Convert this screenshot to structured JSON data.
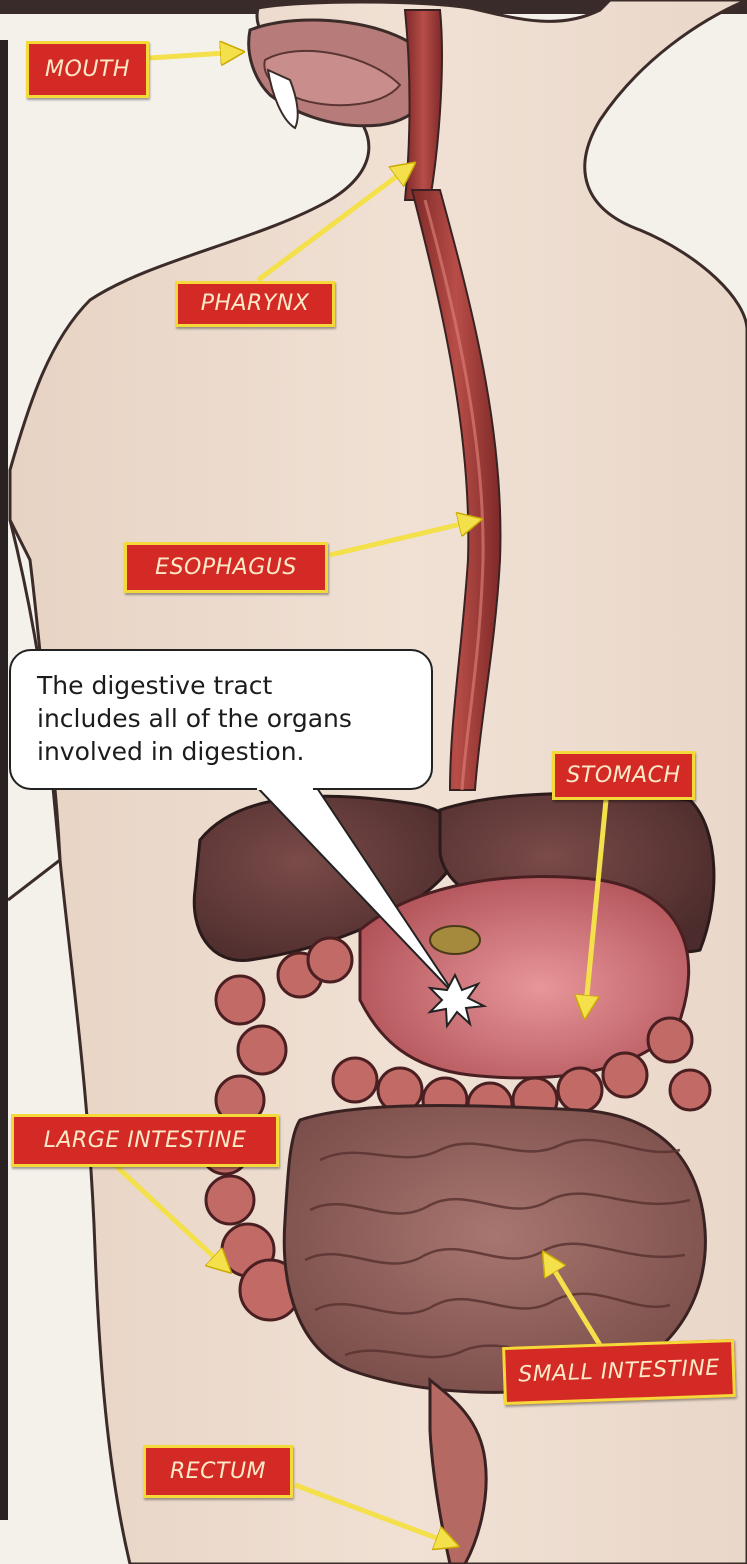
{
  "labels": {
    "mouth": "MOUTH",
    "pharynx": "PHARYNX",
    "esophagus": "ESOPHAGUS",
    "stomach": "STOMACH",
    "large_intestine": "LARGE INTESTINE",
    "small_intestine": "SMALL INTESTINE",
    "rectum": "RECTUM"
  },
  "caption": {
    "line1": "The digestive tract",
    "line2": "includes all of the organs",
    "line3": "involved in digestion."
  },
  "colors": {
    "label_fill": "#d42a26",
    "label_border": "#f5d93b",
    "pointer_arrow": "#f3e04a",
    "skin": "#eedfd2",
    "tract": "#a23f3b",
    "intestine": "#8c5a55"
  }
}
